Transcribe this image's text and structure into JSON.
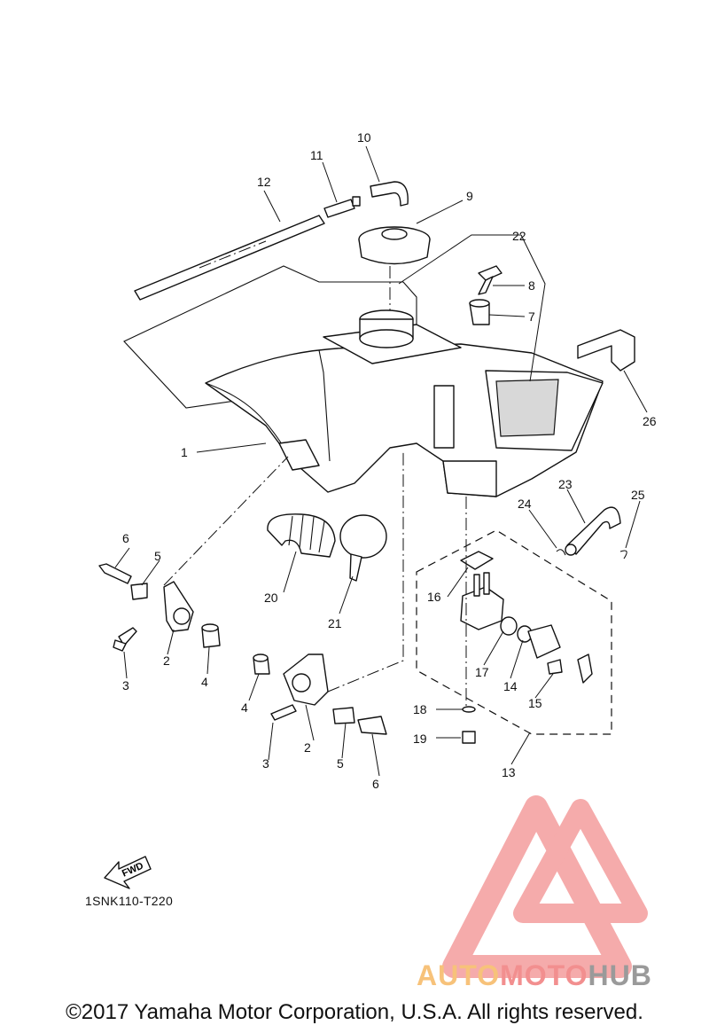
{
  "diagram": {
    "callouts": [
      "1",
      "2",
      "3",
      "4",
      "5",
      "6",
      "7",
      "8",
      "9",
      "10",
      "11",
      "12",
      "13",
      "14",
      "15",
      "16",
      "17",
      "18",
      "19",
      "20",
      "21",
      "22",
      "23",
      "24",
      "25",
      "26"
    ],
    "repeat_callouts": [
      "2",
      "3",
      "4",
      "5",
      "6"
    ],
    "fwd_label": "FWD",
    "drawing_code": "1SNK110-T220"
  },
  "footer": {
    "copyright": "©2017 Yamaha Motor Corporation, U.S.A. All rights reserved."
  },
  "watermark": {
    "part_a": "AUTO",
    "part_b": "MOTO",
    "part_c": "HUB",
    "colors": {
      "auto": "#f7c27a",
      "moto": "#f28f8f",
      "hub": "#9a9a9a",
      "logo": "#f28f8f"
    }
  },
  "colors": {
    "line": "#111111",
    "background": "#ffffff"
  }
}
